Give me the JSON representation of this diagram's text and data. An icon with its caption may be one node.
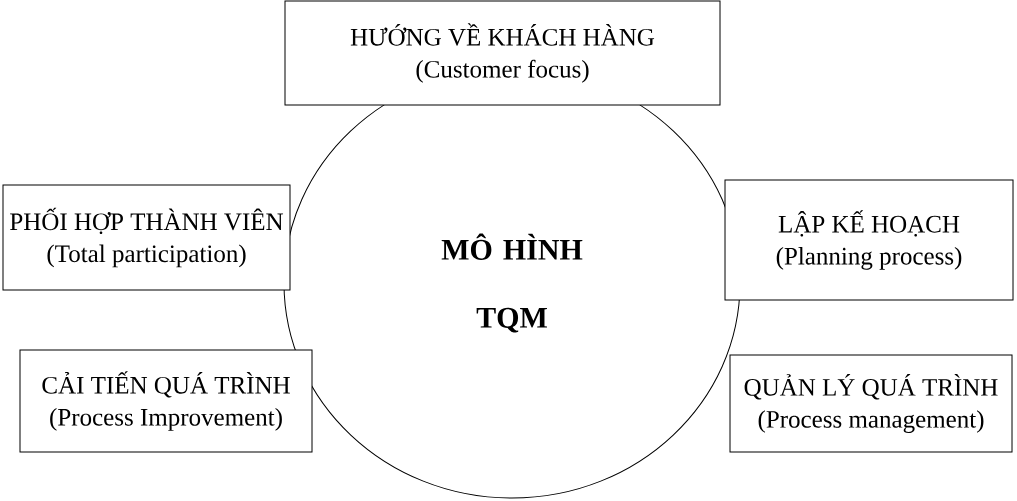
{
  "diagram": {
    "nodes": [
      {
        "text": [
          "HƯỚNG VỀ KHÁCH HÀNG",
          "(Customer focus)"
        ]
      },
      {
        "text": [
          "PHỐI HỢP THÀNH VIÊN",
          "(Total participation)"
        ]
      },
      {
        "text": [
          "MÔ HÌNH TQM"
        ]
      },
      {
        "text": [
          "LẬP KẾ HOẠCH",
          "(Planning process)"
        ]
      },
      {
        "text": [
          "CẢI TIẾN QUÁ TRÌNH",
          "(Process Improvement)"
        ]
      },
      {
        "text": [
          "QUẢN LÝ QUÁ TRÌNH",
          "(Process management)"
        ]
      }
    ]
  }
}
